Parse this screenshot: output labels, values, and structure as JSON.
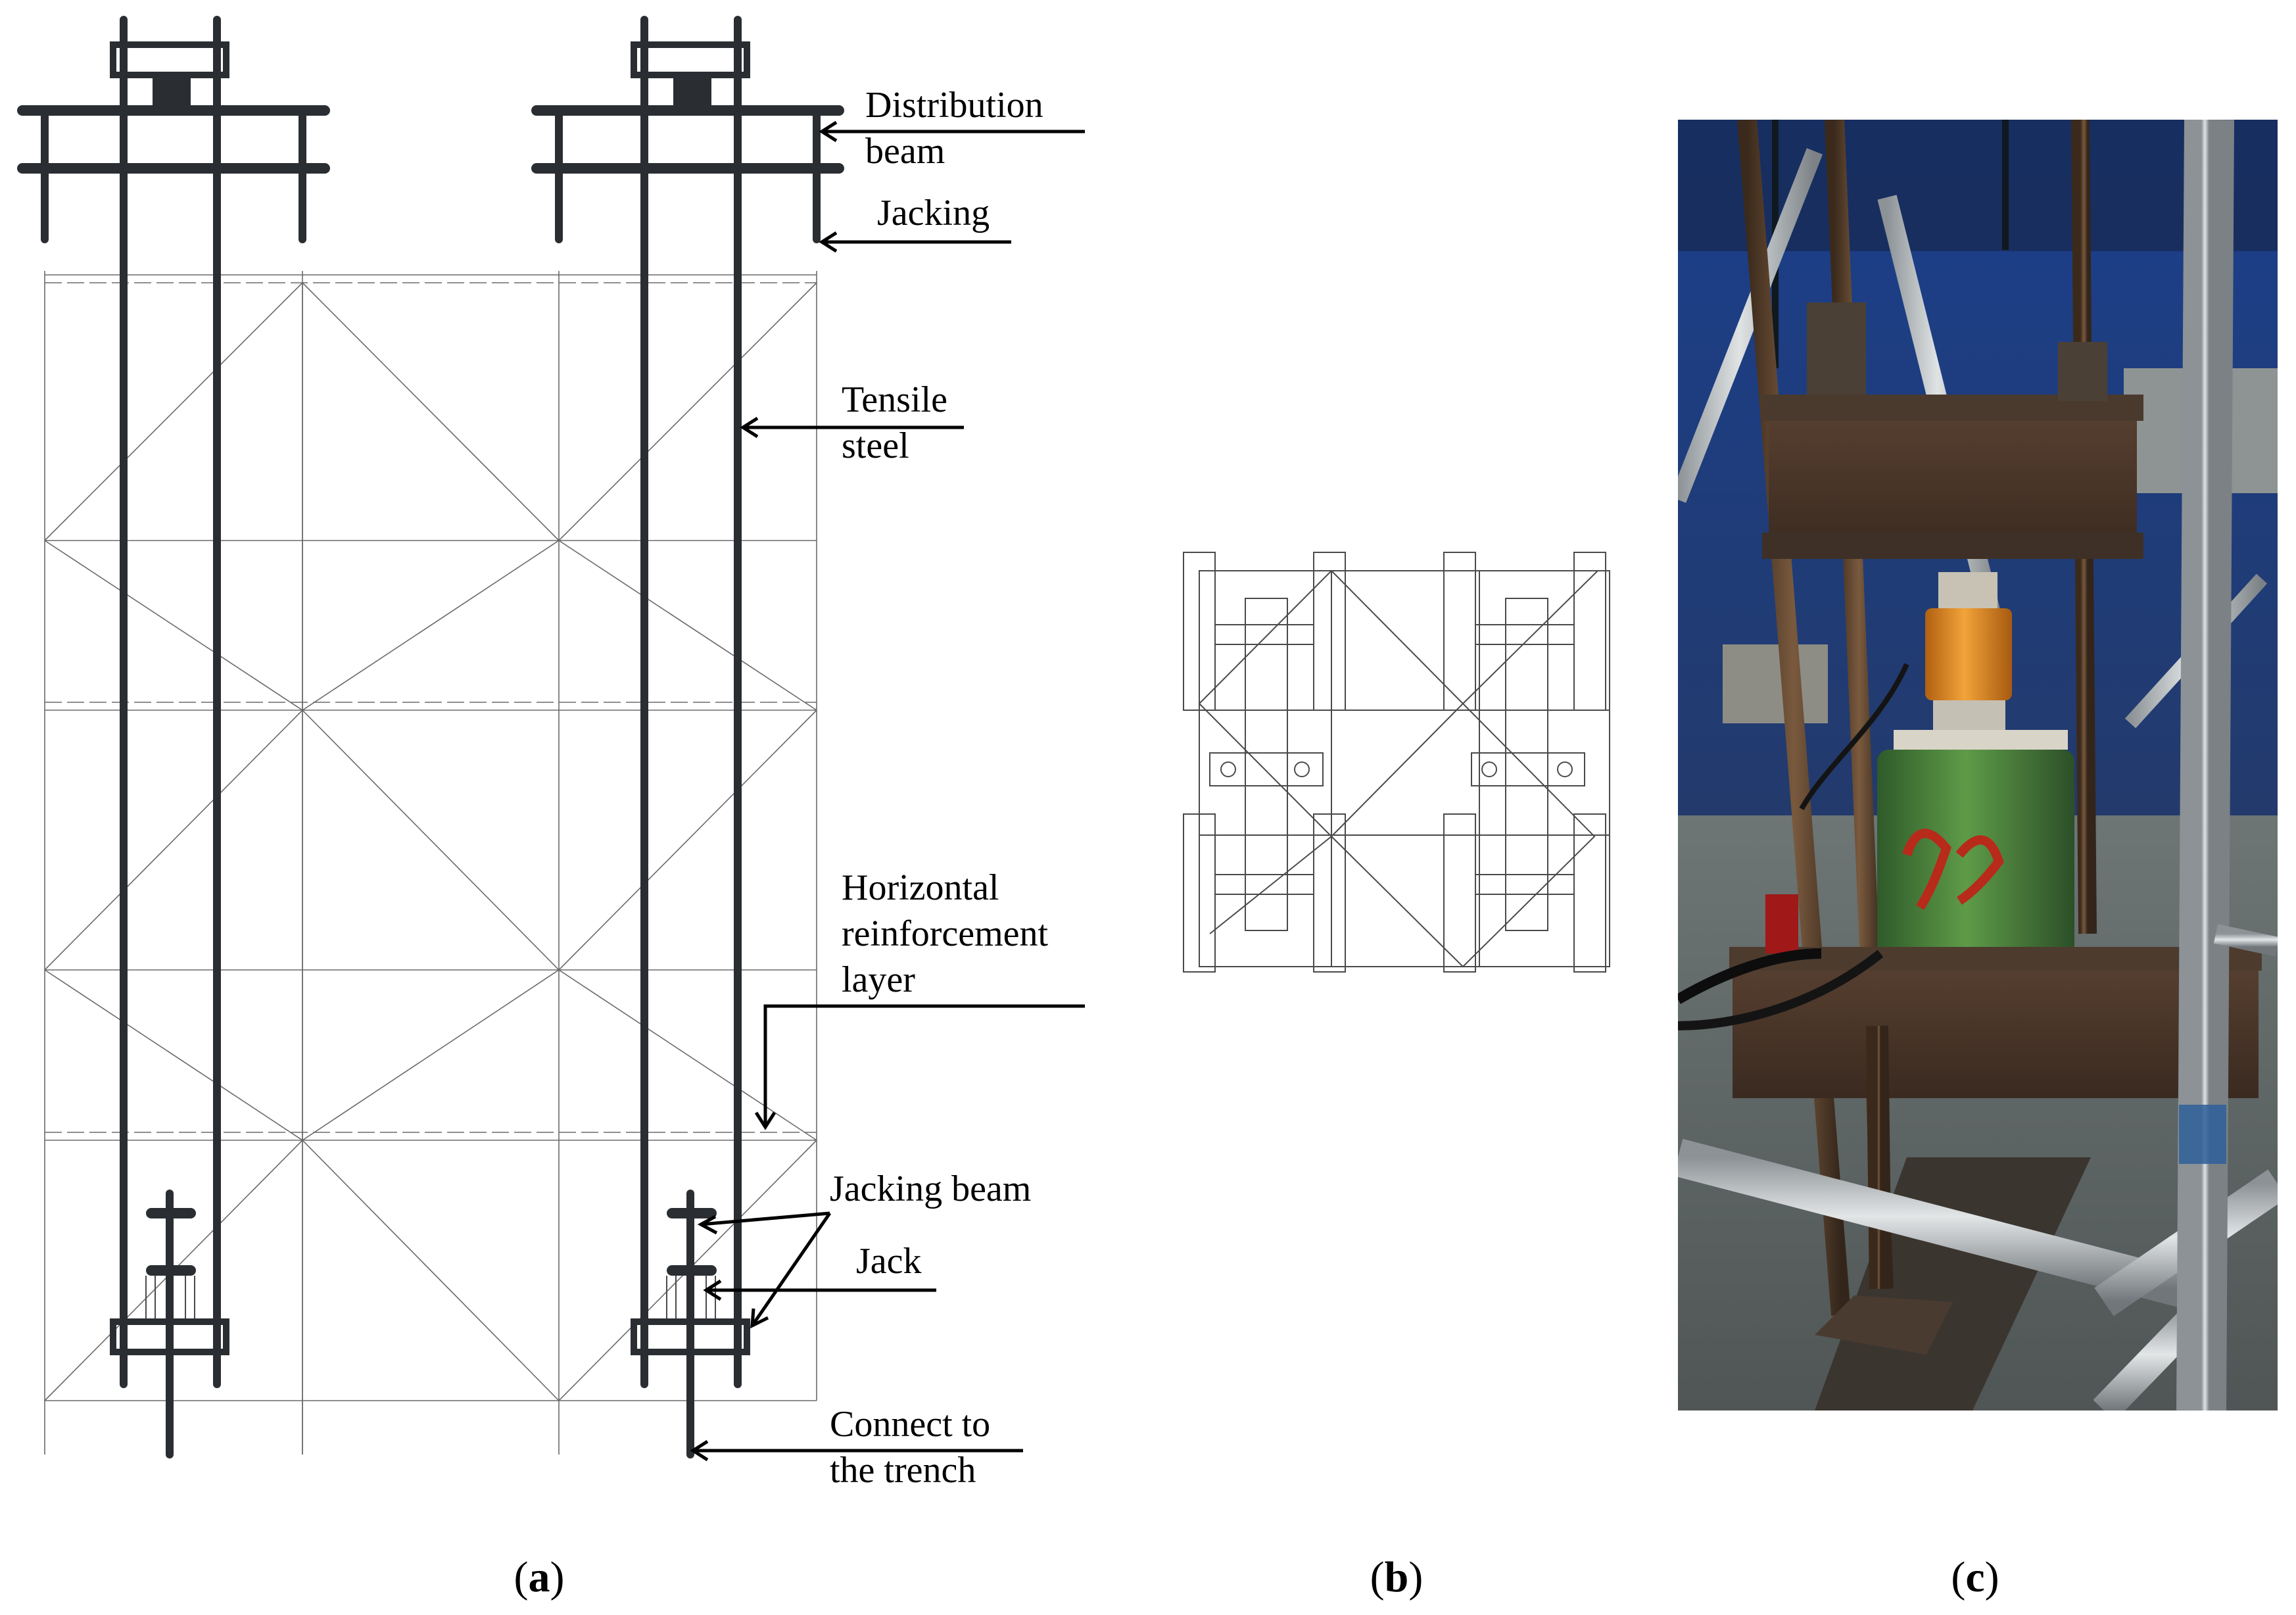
{
  "panel_a": {
    "caption": {
      "open": "(",
      "letter": "a",
      "close": ")"
    },
    "labels": {
      "distribution_beam": [
        "Distribution",
        "beam"
      ],
      "jacking": [
        "Jacking"
      ],
      "tensile_steel": [
        "Tensile",
        "steel"
      ],
      "horizontal_reinforcement_layer": [
        "Horizontal",
        "reinforcement",
        "layer"
      ],
      "jacking_beam": [
        "Jacking beam"
      ],
      "jack": [
        "Jack"
      ],
      "connect_to_trench": [
        "Connect to",
        "the trench"
      ]
    }
  },
  "panel_b": {
    "caption": {
      "open": "(",
      "letter": "b",
      "close": ")"
    }
  },
  "panel_c": {
    "caption": {
      "open": "(",
      "letter": "c",
      "close": ")"
    }
  },
  "colors": {
    "steel_member": "#2a2e33",
    "grid_line": "#6a6a6a",
    "photo_background_blue": "#1d4fa8",
    "load_cell_orange": "#e08a1a",
    "jack_green": "#4d8a3a"
  }
}
